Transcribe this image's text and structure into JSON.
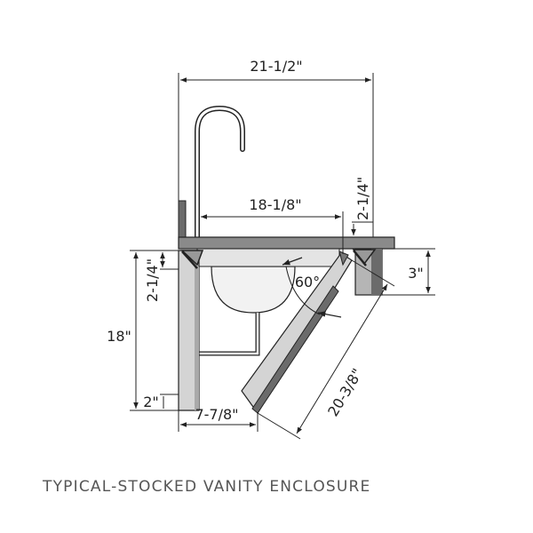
{
  "caption": "TYPICAL-STOCKED VANITY ENCLOSURE",
  "dimensions": {
    "overall_width": "21-1/2\"",
    "inner_width": "18-1/8\"",
    "right_drop": "2-1/4\"",
    "left_drop": "2-1/4\"",
    "apron_depth": "3\"",
    "height": "18\"",
    "toe": "2\"",
    "bottom_depth": "7-7/8\"",
    "panel_length": "20-3/8\"",
    "angle": "60°"
  },
  "colors": {
    "outline": "#222222",
    "panel_light": "#d4d4d4",
    "panel_mid": "#a9a9a9",
    "panel_dark": "#6b6b6b",
    "caption": "#555555"
  }
}
